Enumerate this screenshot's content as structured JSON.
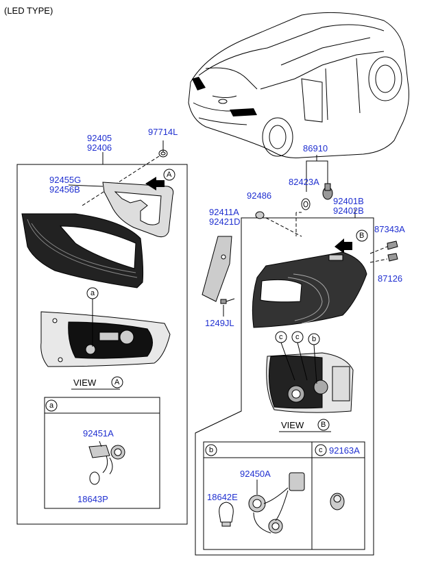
{
  "header": {
    "title": "(LED TYPE)"
  },
  "labels": {
    "p92405": "92405",
    "p92406": "92406",
    "p97714L": "97714L",
    "p92455G": "92455G",
    "p92456B": "92456B",
    "p86910": "86910",
    "p82423A": "82423A",
    "p92486": "92486",
    "p92401B": "92401B",
    "p92402B": "92402B",
    "p92411A": "92411A",
    "p92421D": "92421D",
    "p87343A": "87343A",
    "p87126": "87126",
    "p1249JL": "1249JL",
    "p92451A": "92451A",
    "p18643P": "18643P",
    "p92450A": "92450A",
    "p18642E": "18642E",
    "p92163A": "92163A"
  },
  "views": {
    "view_a_text": "VIEW",
    "view_a_letter": "A",
    "view_b_text": "VIEW",
    "view_b_letter": "B"
  },
  "callouts": {
    "a": "a",
    "b": "b",
    "c": "c",
    "A": "A",
    "B": "B"
  },
  "colors": {
    "label_blue": "#1f2fd0",
    "line": "#000000"
  }
}
